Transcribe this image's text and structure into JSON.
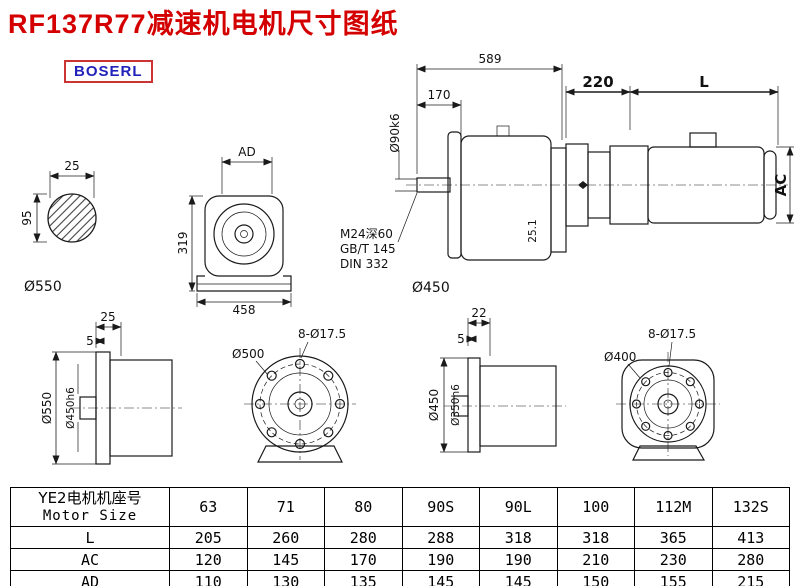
{
  "page": {
    "title": "RF137R77减速机电机尺寸图纸",
    "brand": "BOSERL"
  },
  "views": {
    "shaft_section": {
      "dim_width": "25",
      "dim_height": "95",
      "label_diameter": "Ø550"
    },
    "gearbox_front": {
      "dim_top": "AD",
      "dim_height": "319",
      "dim_width": "458"
    },
    "assembly_side": {
      "dim_total_length": "589",
      "dim_shaft_length": "170",
      "shaft_diameter": "Ø90k6",
      "tap_hole": "M24深60",
      "standard_1": "GB/T 145",
      "standard_2": "DIN 332",
      "key_height": "25.1",
      "flange_diameter": "Ø450",
      "dim_adapter": "220",
      "dim_motor_length": "L",
      "dim_motor_height": "AC"
    },
    "flange_side_large": {
      "dim_thickness": "25",
      "dim_step": "5",
      "dia_outer": "Ø550",
      "dia_spigot": "Ø450h6"
    },
    "flange_front_large": {
      "bolt_holes": "8-Ø17.5",
      "dia_label": "Ø500"
    },
    "flange_side_small": {
      "dim_thickness": "22",
      "dim_step": "5",
      "dia_outer": "Ø450",
      "dia_spigot": "Ø350h6"
    },
    "flange_front_small": {
      "bolt_holes": "8-Ø17.5",
      "dia_label": "Ø400"
    }
  },
  "table": {
    "header_cn": "YE2电机机座号",
    "header_en": "Motor Size",
    "sizes": [
      "63",
      "71",
      "80",
      "90S",
      "90L",
      "100",
      "112M",
      "132S"
    ],
    "rows": [
      {
        "label": "L",
        "values": [
          "205",
          "260",
          "280",
          "288",
          "318",
          "318",
          "365",
          "413"
        ]
      },
      {
        "label": "AC",
        "values": [
          "120",
          "145",
          "170",
          "190",
          "190",
          "210",
          "230",
          "280"
        ]
      },
      {
        "label": "AD",
        "values": [
          "110",
          "130",
          "135",
          "145",
          "145",
          "150",
          "155",
          "215"
        ]
      }
    ]
  }
}
